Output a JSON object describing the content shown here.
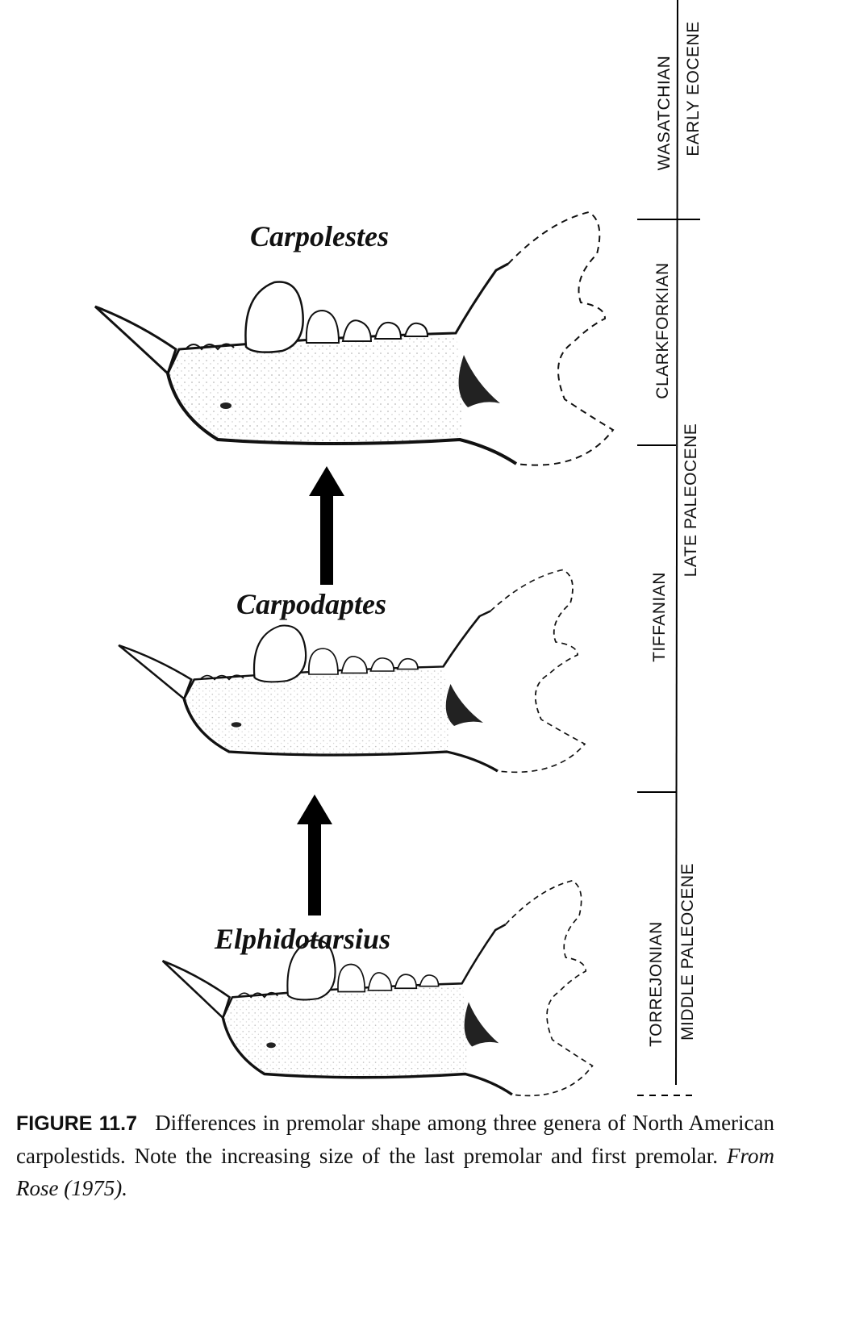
{
  "species": {
    "top": "Carpolestes",
    "middle": "Carpodaptes",
    "bottom": "Elphidotarsius"
  },
  "timescale": {
    "stages": [
      "WASATCHIAN",
      "CLARKFORKIAN",
      "TIFFANIAN",
      "TORREJONIAN"
    ],
    "epochs": [
      "EARLY  EOCENE",
      "LATE  PALEOCENE",
      "MIDDLE  PALEOCENE"
    ]
  },
  "caption": {
    "figure_number": "FIGURE 11.7",
    "text": "Differences in premolar shape among three genera of North American carpolestids. Note the increasing size of the last premolar and first premolar.",
    "source": "From Rose (1975)."
  }
}
